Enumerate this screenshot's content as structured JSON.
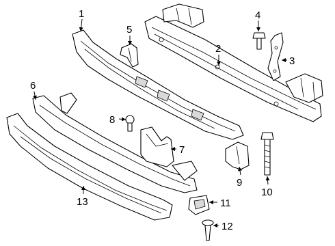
{
  "colors": {
    "background": "#ffffff",
    "line": "#000000",
    "shade": "#d9d9d9"
  },
  "callouts": {
    "c1": "1",
    "c2": "2",
    "c3": "3",
    "c4": "4",
    "c5": "5",
    "c6": "6",
    "c7": "7",
    "c8": "8",
    "c9": "9",
    "c10": "10",
    "c11": "11",
    "c12": "12",
    "c13": "13"
  }
}
